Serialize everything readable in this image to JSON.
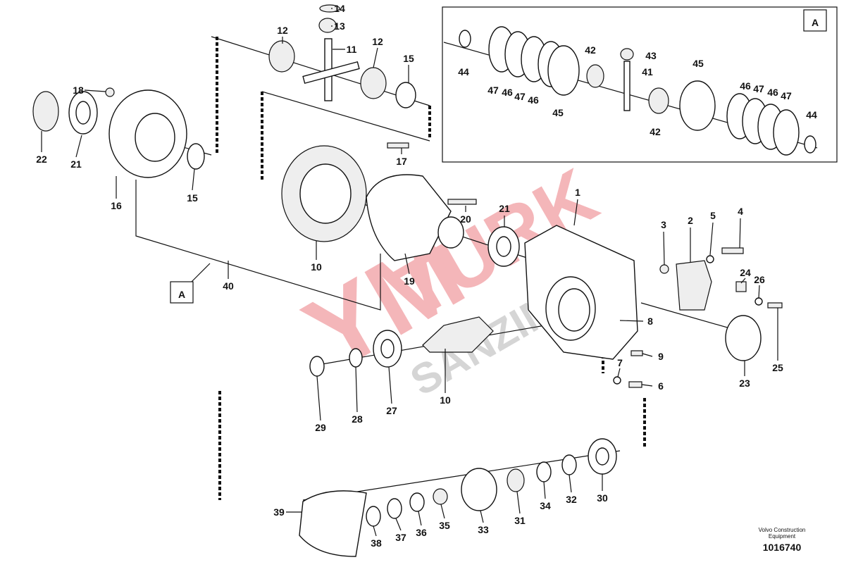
{
  "diagram": {
    "callouts": [
      "14",
      "13",
      "11",
      "12",
      "12",
      "15",
      "18",
      "22",
      "21",
      "16",
      "15",
      "17",
      "10",
      "20",
      "21",
      "19",
      "40",
      "1",
      "3",
      "2",
      "5",
      "4",
      "24",
      "26",
      "8",
      "9",
      "7",
      "6",
      "23",
      "25",
      "10",
      "29",
      "28",
      "27",
      "39",
      "38",
      "37",
      "36",
      "35",
      "33",
      "31",
      "34",
      "32",
      "30"
    ],
    "inset_callouts": [
      "44",
      "47",
      "46",
      "47",
      "46",
      "45",
      "42",
      "43",
      "41",
      "42",
      "45",
      "46",
      "47",
      "46",
      "47",
      "44"
    ],
    "inset_label": "A",
    "ref_label": "A",
    "watermark": "YM TÜRK SANZIMAN",
    "credit_line1": "Volvo Construction",
    "credit_line2": "Equipment",
    "drawing_number": "1016740"
  }
}
